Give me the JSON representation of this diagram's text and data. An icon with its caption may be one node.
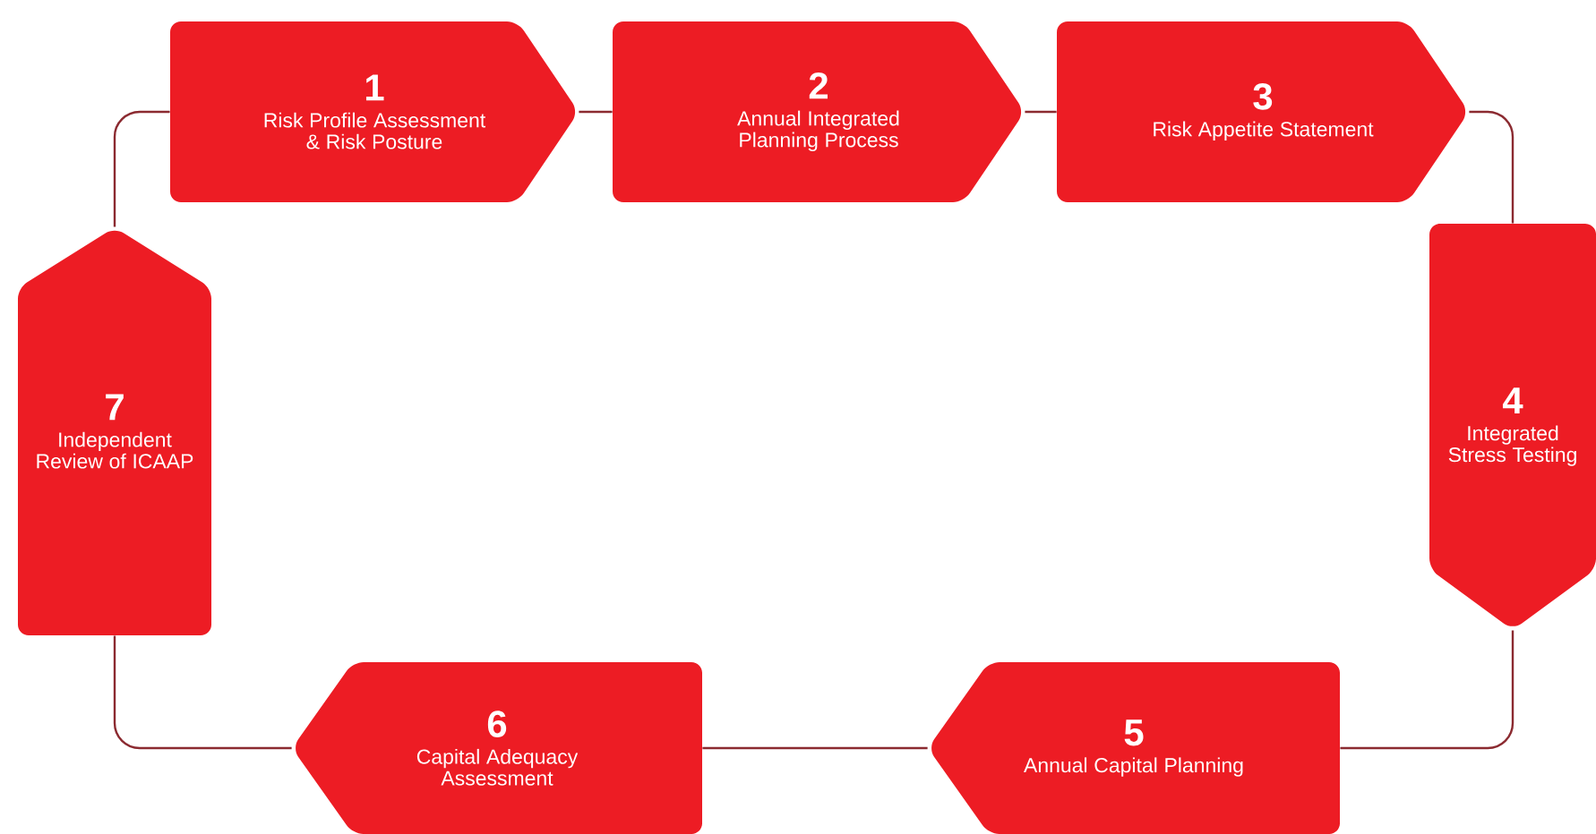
{
  "diagram": {
    "nodes": [
      {
        "text": [
          "1",
          "Risk Profile Assessment & Risk Posture"
        ]
      },
      {
        "text": [
          "2",
          "Annual Integrated Planning Process"
        ]
      },
      {
        "text": [
          "3",
          "Risk Appetite Statement"
        ]
      },
      {
        "text": [
          "4",
          "Integrated Stress Testing"
        ]
      },
      {
        "text": [
          "5",
          "Annual Capital Planning"
        ]
      },
      {
        "text": [
          "6",
          "Capital Adequacy Assessment"
        ]
      },
      {
        "text": [
          "7",
          "Independent Review of ICAAP"
        ]
      }
    ],
    "edges": [
      {
        "from": 0,
        "to": 1,
        "arrow": "none"
      },
      {
        "from": 1,
        "to": 2,
        "arrow": "none"
      },
      {
        "from": 2,
        "to": 3,
        "arrow": "none"
      },
      {
        "from": 3,
        "to": 4,
        "arrow": "none"
      },
      {
        "from": 4,
        "to": 5,
        "arrow": "none"
      },
      {
        "from": 5,
        "to": 6,
        "arrow": "none"
      },
      {
        "from": 6,
        "to": 0,
        "arrow": "none"
      }
    ]
  }
}
